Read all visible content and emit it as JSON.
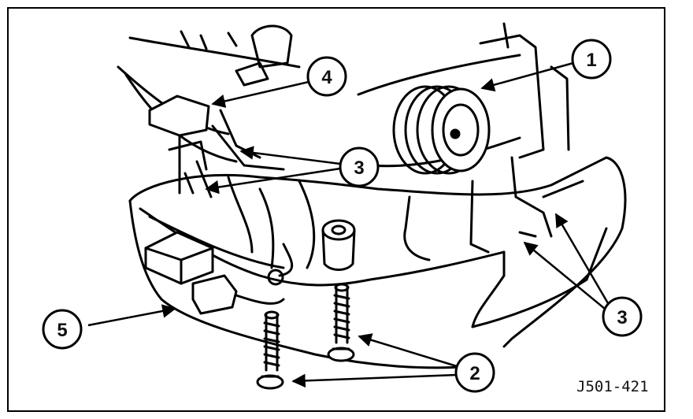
{
  "figure": {
    "code": "J501-421",
    "callouts": [
      {
        "id": "c1",
        "label": "1"
      },
      {
        "id": "c4",
        "label": "4"
      },
      {
        "id": "c3a",
        "label": "3"
      },
      {
        "id": "c3b",
        "label": "3"
      },
      {
        "id": "c5",
        "label": "5"
      },
      {
        "id": "c2",
        "label": "2"
      }
    ]
  }
}
